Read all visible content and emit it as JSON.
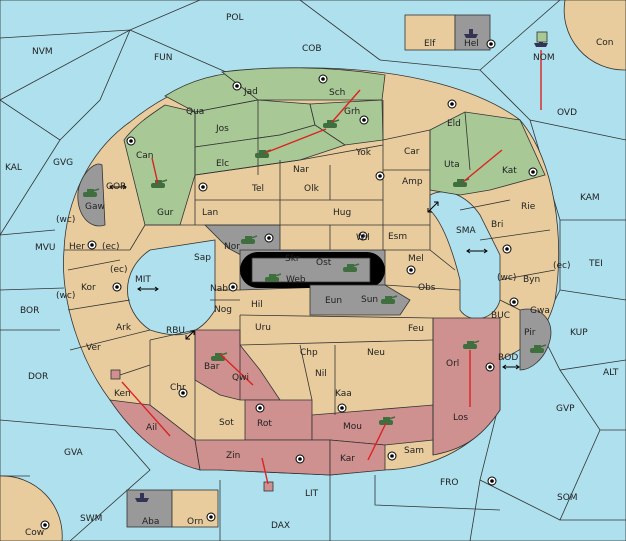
{
  "colors": {
    "sea": "#aee0ee",
    "neutral": "#e9cc9d",
    "green_power": "#a8c896",
    "red_power": "#cf9090",
    "grey_power": "#999999",
    "order_arrow": "#d22222"
  },
  "provinces": {
    "pol": "POL",
    "nvm": "NVM",
    "fun": "FUN",
    "cob": "COB",
    "elf": "Elf",
    "hel": "Hel",
    "con": "Con",
    "nom": "NOM",
    "ovd": "OVD",
    "kal": "KAL",
    "gvg": "GVG",
    "mvu": "MVU",
    "bor": "BOR",
    "dor": "DOR",
    "gva": "GVA",
    "swm": "SWM",
    "dax": "DAX",
    "lit": "LIT",
    "fro": "FRO",
    "som": "SOM",
    "gvp": "GVP",
    "alt": "ALT",
    "kup": "KUP",
    "tei": "TEI",
    "kam": "KAM",
    "sma": "SMA",
    "gor": "GOR",
    "mit": "MIT",
    "rbu": "RBU",
    "buc": "BUC",
    "rod": "ROD",
    "cow": "Cow",
    "aba": "Aba",
    "orn": "Orn",
    "jad": "Jad",
    "sch": "Sch",
    "qua": "Qua",
    "jos": "Jos",
    "grh": "Grh",
    "eld": "Eld",
    "can": "Can",
    "elc": "Elc",
    "nar": "Nar",
    "yok": "Yok",
    "car": "Car",
    "uta": "Uta",
    "kat": "Kat",
    "gaw": "Gaw",
    "gur": "Gur",
    "tel": "Tel",
    "olk": "Olk",
    "amp": "Amp",
    "lan": "Lan",
    "hug": "Hug",
    "rie": "Rie",
    "bri": "Bri",
    "wil": "Wil",
    "esm": "Esm",
    "her": "Her",
    "nor": "Nor",
    "skr": "Skr",
    "sap": "Sap",
    "ost": "Ost",
    "mel": "Mel",
    "web": "Web",
    "byn": "Byn",
    "kor": "Kor",
    "nab": "Nab",
    "eun": "Eun",
    "obs": "Obs",
    "hil": "Hil",
    "sun": "Sun",
    "gwa": "Gwa",
    "nog": "Nog",
    "ark": "Ark",
    "pir": "Pir",
    "uru": "Uru",
    "feu": "Feu",
    "ver": "Ver",
    "bar": "Bar",
    "chp": "Chp",
    "neu": "Neu",
    "orl": "Orl",
    "qwi": "Qwi",
    "nil": "Nil",
    "ken": "Ken",
    "chr": "Chr",
    "kaa": "Kaa",
    "ail": "Ail",
    "sot": "Sot",
    "rot": "Rot",
    "los": "Los",
    "mou": "Mou",
    "zin": "Zin",
    "kar": "Kar",
    "sam": "Sam"
  },
  "coast_labels": {
    "wc": "(wc)",
    "ec": "(ec)"
  },
  "legend_note": ""
}
